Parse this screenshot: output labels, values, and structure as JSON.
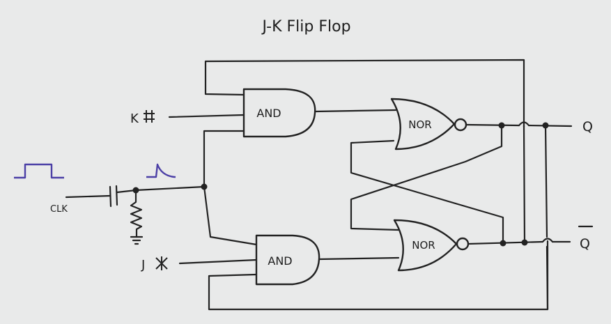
{
  "title": "J-K Flip Flop",
  "gates": {
    "top_and": "AND",
    "bottom_and": "AND",
    "top_nor": "NOR",
    "bottom_nor": "NOR"
  },
  "inputs": {
    "k_label": "K",
    "j_label": "J",
    "clk_label": "CLK"
  },
  "outputs": {
    "q_label": "Q",
    "qbar_label": "Q"
  },
  "colors": {
    "ink": "#222222",
    "pulse": "#4b3fa6",
    "paper": "#e9eaea"
  }
}
